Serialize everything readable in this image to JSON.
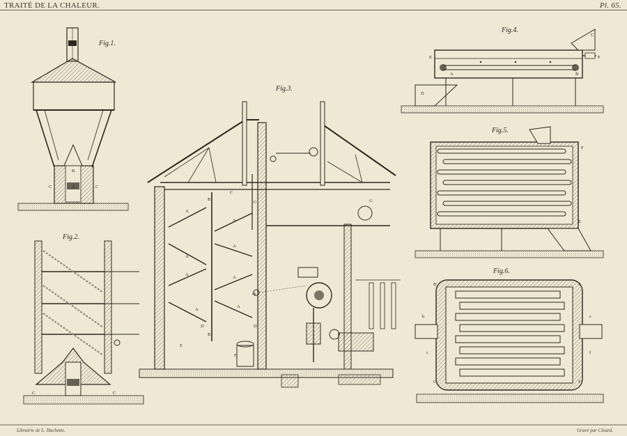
{
  "header": {
    "title": "TRAITÉ DE LA CHALEUR.",
    "plate_number": "Pl. 65."
  },
  "footer": {
    "publisher": "Librairie de L. Hachette.",
    "engraver": "Gravé par Cloard."
  },
  "figures": {
    "fig1": "Fig.1.",
    "fig2": "Fig.2.",
    "fig3": "Fig.3.",
    "fig4": "Fig.4.",
    "fig5": "Fig.5.",
    "fig6": "Fig.6."
  },
  "letters": {
    "A": "A",
    "B": "B",
    "C": "C",
    "D": "D",
    "E": "E",
    "F": "F",
    "G": "G",
    "Q": "Q",
    "b": "b",
    "c": "c",
    "f": "f"
  },
  "colors": {
    "paper": "#efe8d4",
    "ink": "#2e271e",
    "hatch": "#8a806e",
    "ground": "#b8ae98"
  }
}
